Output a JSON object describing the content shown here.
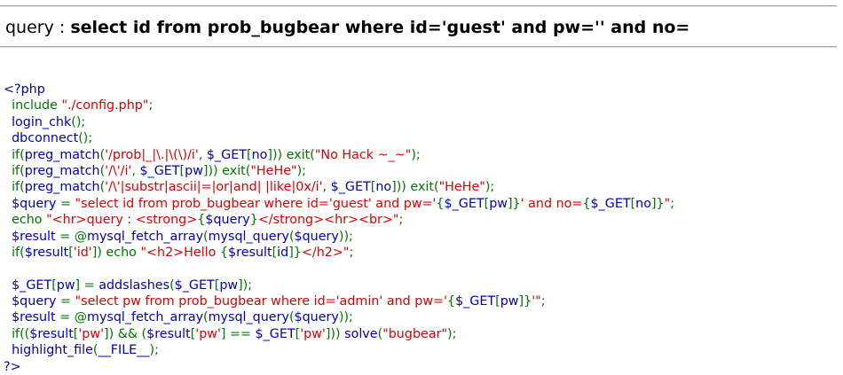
{
  "query_display": {
    "label": "query : ",
    "query": "select id from prob_bugbear where id='guest' and pw='' and no="
  },
  "source": {
    "lines": [
      [
        {
          "t": "<?php",
          "c": "blue"
        }
      ],
      [
        {
          "t": "  ",
          "c": "green"
        },
        {
          "t": "include ",
          "c": "green"
        },
        {
          "t": "\"./config.php\"",
          "c": "red"
        },
        {
          "t": ";",
          "c": "green"
        }
      ],
      [
        {
          "t": "  login_chk",
          "c": "blue"
        },
        {
          "t": "();",
          "c": "green"
        }
      ],
      [
        {
          "t": "  dbconnect",
          "c": "blue"
        },
        {
          "t": "();",
          "c": "green"
        }
      ],
      [
        {
          "t": "  if(",
          "c": "green"
        },
        {
          "t": "preg_match",
          "c": "blue"
        },
        {
          "t": "(",
          "c": "green"
        },
        {
          "t": "'/prob|_|\\.|\\(\\)/i'",
          "c": "red"
        },
        {
          "t": ", ",
          "c": "green"
        },
        {
          "t": "$_GET",
          "c": "blue"
        },
        {
          "t": "[",
          "c": "green"
        },
        {
          "t": "no",
          "c": "blue"
        },
        {
          "t": "])) exit(",
          "c": "green"
        },
        {
          "t": "\"No Hack ~_~\"",
          "c": "red"
        },
        {
          "t": ");",
          "c": "green"
        }
      ],
      [
        {
          "t": "  if(",
          "c": "green"
        },
        {
          "t": "preg_match",
          "c": "blue"
        },
        {
          "t": "(",
          "c": "green"
        },
        {
          "t": "'/\\'/i'",
          "c": "red"
        },
        {
          "t": ", ",
          "c": "green"
        },
        {
          "t": "$_GET",
          "c": "blue"
        },
        {
          "t": "[",
          "c": "green"
        },
        {
          "t": "pw",
          "c": "blue"
        },
        {
          "t": "])) exit(",
          "c": "green"
        },
        {
          "t": "\"HeHe\"",
          "c": "red"
        },
        {
          "t": ");",
          "c": "green"
        }
      ],
      [
        {
          "t": "  if(",
          "c": "green"
        },
        {
          "t": "preg_match",
          "c": "blue"
        },
        {
          "t": "(",
          "c": "green"
        },
        {
          "t": "'/\\'|substr|ascii|=|or|and| |like|0x/i'",
          "c": "red"
        },
        {
          "t": ", ",
          "c": "green"
        },
        {
          "t": "$_GET",
          "c": "blue"
        },
        {
          "t": "[",
          "c": "green"
        },
        {
          "t": "no",
          "c": "blue"
        },
        {
          "t": "])) exit(",
          "c": "green"
        },
        {
          "t": "\"HeHe\"",
          "c": "red"
        },
        {
          "t": ");",
          "c": "green"
        }
      ],
      [
        {
          "t": "  $query ",
          "c": "blue"
        },
        {
          "t": "= ",
          "c": "green"
        },
        {
          "t": "\"select id from prob_bugbear where id='guest' and pw='",
          "c": "red"
        },
        {
          "t": "{",
          "c": "green"
        },
        {
          "t": "$_GET",
          "c": "blue"
        },
        {
          "t": "[",
          "c": "green"
        },
        {
          "t": "pw",
          "c": "blue"
        },
        {
          "t": "]}",
          "c": "green"
        },
        {
          "t": "' and no=",
          "c": "red"
        },
        {
          "t": "{",
          "c": "green"
        },
        {
          "t": "$_GET",
          "c": "blue"
        },
        {
          "t": "[",
          "c": "green"
        },
        {
          "t": "no",
          "c": "blue"
        },
        {
          "t": "]}",
          "c": "green"
        },
        {
          "t": "\"",
          "c": "red"
        },
        {
          "t": ";",
          "c": "green"
        }
      ],
      [
        {
          "t": "  echo ",
          "c": "green"
        },
        {
          "t": "\"<hr>query : <strong>",
          "c": "red"
        },
        {
          "t": "{",
          "c": "green"
        },
        {
          "t": "$query",
          "c": "blue"
        },
        {
          "t": "}",
          "c": "green"
        },
        {
          "t": "</strong><hr><br>\"",
          "c": "red"
        },
        {
          "t": ";",
          "c": "green"
        }
      ],
      [
        {
          "t": "  $result ",
          "c": "blue"
        },
        {
          "t": "= @",
          "c": "green"
        },
        {
          "t": "mysql_fetch_array",
          "c": "blue"
        },
        {
          "t": "(",
          "c": "green"
        },
        {
          "t": "mysql_query",
          "c": "blue"
        },
        {
          "t": "(",
          "c": "green"
        },
        {
          "t": "$query",
          "c": "blue"
        },
        {
          "t": "));",
          "c": "green"
        }
      ],
      [
        {
          "t": "  if(",
          "c": "green"
        },
        {
          "t": "$result",
          "c": "blue"
        },
        {
          "t": "[",
          "c": "green"
        },
        {
          "t": "'id'",
          "c": "red"
        },
        {
          "t": "]) echo ",
          "c": "green"
        },
        {
          "t": "\"<h2>Hello ",
          "c": "red"
        },
        {
          "t": "{",
          "c": "green"
        },
        {
          "t": "$result",
          "c": "blue"
        },
        {
          "t": "[",
          "c": "green"
        },
        {
          "t": "id",
          "c": "blue"
        },
        {
          "t": "]}",
          "c": "green"
        },
        {
          "t": "</h2>\"",
          "c": "red"
        },
        {
          "t": ";",
          "c": "green"
        }
      ],
      [
        {
          "t": " ",
          "c": "blue"
        }
      ],
      [
        {
          "t": "  $_GET",
          "c": "blue"
        },
        {
          "t": "[",
          "c": "green"
        },
        {
          "t": "pw",
          "c": "blue"
        },
        {
          "t": "] = ",
          "c": "green"
        },
        {
          "t": "addslashes",
          "c": "blue"
        },
        {
          "t": "(",
          "c": "green"
        },
        {
          "t": "$_GET",
          "c": "blue"
        },
        {
          "t": "[",
          "c": "green"
        },
        {
          "t": "pw",
          "c": "blue"
        },
        {
          "t": "]);",
          "c": "green"
        }
      ],
      [
        {
          "t": "  $query ",
          "c": "blue"
        },
        {
          "t": "= ",
          "c": "green"
        },
        {
          "t": "\"select pw from prob_bugbear where id='admin' and pw='",
          "c": "red"
        },
        {
          "t": "{",
          "c": "green"
        },
        {
          "t": "$_GET",
          "c": "blue"
        },
        {
          "t": "[",
          "c": "green"
        },
        {
          "t": "pw",
          "c": "blue"
        },
        {
          "t": "]}",
          "c": "green"
        },
        {
          "t": "'\"",
          "c": "red"
        },
        {
          "t": ";",
          "c": "green"
        }
      ],
      [
        {
          "t": "  $result ",
          "c": "blue"
        },
        {
          "t": "= @",
          "c": "green"
        },
        {
          "t": "mysql_fetch_array",
          "c": "blue"
        },
        {
          "t": "(",
          "c": "green"
        },
        {
          "t": "mysql_query",
          "c": "blue"
        },
        {
          "t": "(",
          "c": "green"
        },
        {
          "t": "$query",
          "c": "blue"
        },
        {
          "t": "));",
          "c": "green"
        }
      ],
      [
        {
          "t": "  if((",
          "c": "green"
        },
        {
          "t": "$result",
          "c": "blue"
        },
        {
          "t": "[",
          "c": "green"
        },
        {
          "t": "'pw'",
          "c": "red"
        },
        {
          "t": "]) && (",
          "c": "green"
        },
        {
          "t": "$result",
          "c": "blue"
        },
        {
          "t": "[",
          "c": "green"
        },
        {
          "t": "'pw'",
          "c": "red"
        },
        {
          "t": "] == ",
          "c": "green"
        },
        {
          "t": "$_GET",
          "c": "blue"
        },
        {
          "t": "[",
          "c": "green"
        },
        {
          "t": "'pw'",
          "c": "red"
        },
        {
          "t": "])) ",
          "c": "green"
        },
        {
          "t": "solve",
          "c": "blue"
        },
        {
          "t": "(",
          "c": "green"
        },
        {
          "t": "\"bugbear\"",
          "c": "red"
        },
        {
          "t": ");",
          "c": "green"
        }
      ],
      [
        {
          "t": "  highlight_file",
          "c": "blue"
        },
        {
          "t": "(",
          "c": "green"
        },
        {
          "t": "__FILE__",
          "c": "blue"
        },
        {
          "t": ");",
          "c": "green"
        }
      ],
      [
        {
          "t": "?>",
          "c": "blue"
        }
      ]
    ]
  },
  "colors": {
    "default": "#0000bb",
    "keyword": "#007700",
    "string": "#dd0000",
    "text": "#000000"
  }
}
